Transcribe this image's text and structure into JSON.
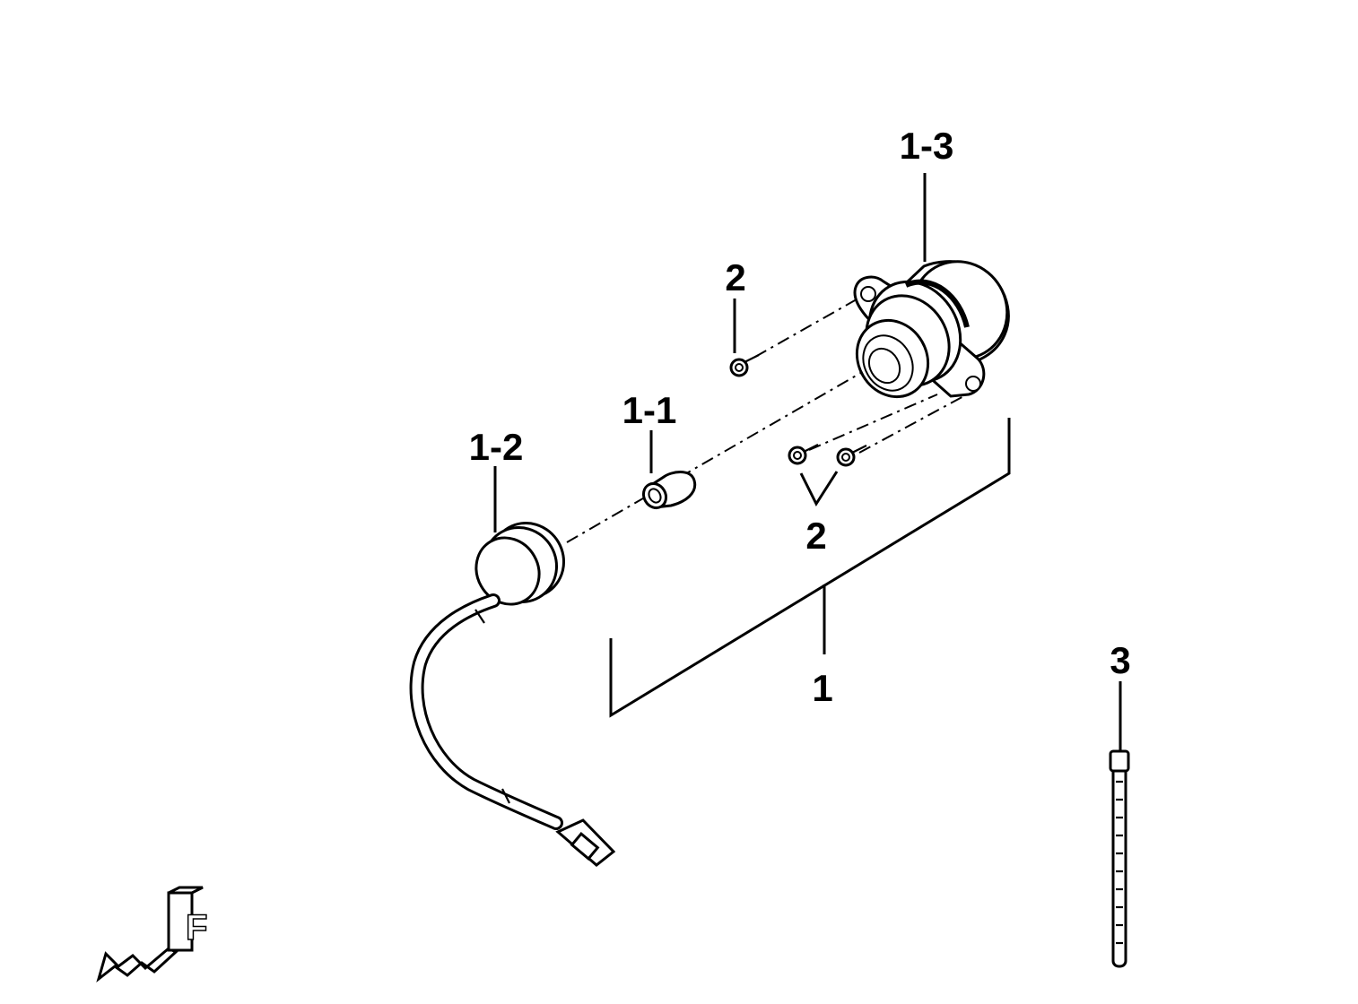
{
  "callouts": {
    "c_1_3": "1-3",
    "c_2_top": "2",
    "c_1_1": "1-1",
    "c_1_2": "1-2",
    "c_2_bottom": "2",
    "c_1": "1",
    "c_3": "3"
  },
  "parts": [
    {
      "ref": "1",
      "name": "assembly"
    },
    {
      "ref": "1-1",
      "name": "bulb"
    },
    {
      "ref": "1-2",
      "name": "socket with wire harness"
    },
    {
      "ref": "1-3",
      "name": "lamp housing"
    },
    {
      "ref": "2",
      "name": "screws"
    },
    {
      "ref": "3",
      "name": "cable tie"
    }
  ],
  "front_indicator": "F"
}
